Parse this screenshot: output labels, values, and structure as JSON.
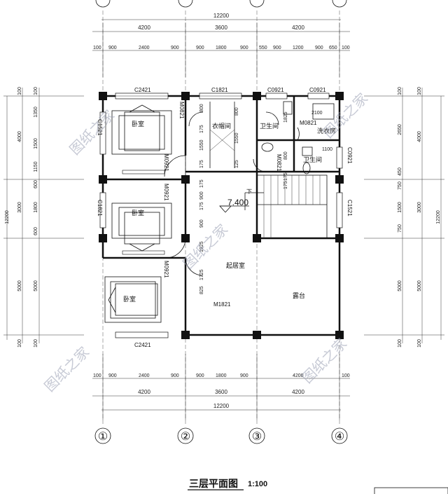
{
  "axes": {
    "left": "①",
    "c2": "②",
    "c3": "③",
    "right": "④"
  },
  "dims": {
    "total": "12200",
    "top_segments": [
      "4200",
      "3600",
      "4200"
    ],
    "top_detail": [
      "100",
      "900",
      "2400",
      "900",
      "900",
      "1800",
      "900",
      "550",
      "900",
      "1200",
      "900",
      "650",
      "100"
    ],
    "bottom_detail": [
      "100",
      "900",
      "2400",
      "900",
      "900",
      "1800",
      "900",
      "4200",
      "100"
    ],
    "bottom_segments": [
      "4200",
      "3600",
      "4200"
    ],
    "left_outer": [
      "100",
      "4000",
      "3000",
      "5000",
      "100"
    ],
    "left_inner": [
      "100",
      "1350",
      "1500",
      "1150",
      "600",
      "1800",
      "600",
      "5000",
      "100"
    ],
    "left_total": "12200",
    "right_outer": [
      "100",
      "4000",
      "3000",
      "5000",
      "100"
    ],
    "right_inner": [
      "100",
      "2650",
      "450",
      "750",
      "1500",
      "750",
      "5000",
      "100"
    ],
    "right_total": "12200",
    "interior": [
      "800",
      "175",
      "1550",
      "175",
      "800",
      "1550",
      "125",
      "175",
      "900",
      "175",
      "900",
      "1925",
      "1725",
      "825",
      "2100",
      "1100",
      "1825",
      "175",
      "800",
      "175"
    ]
  },
  "windows": {
    "top_left": "C2421",
    "top_mid": "C1821",
    "top_c3": "C0921",
    "top_right": "C0921",
    "left_side": "C1521",
    "left_mid": "C1821",
    "right_lower": "C1521",
    "right_upper": "C0921",
    "bottom": "C2421"
  },
  "doors": [
    "M0821",
    "M0921",
    "M0921",
    "M0921",
    "M0821",
    "M0821",
    "M1821"
  ],
  "rooms": {
    "bedroom1": "卧室",
    "bedroom2": "卧室",
    "bedroom3": "卧室",
    "closet": "衣帽间",
    "bath1": "卫生间",
    "bath2": "卫生间",
    "laundry": "洗衣房",
    "living": "起居室",
    "terrace": "露台"
  },
  "stair_label": "下",
  "elevation": "7.400",
  "watermark": "图纸之家",
  "title": "三层平面图",
  "scale": "1:100"
}
